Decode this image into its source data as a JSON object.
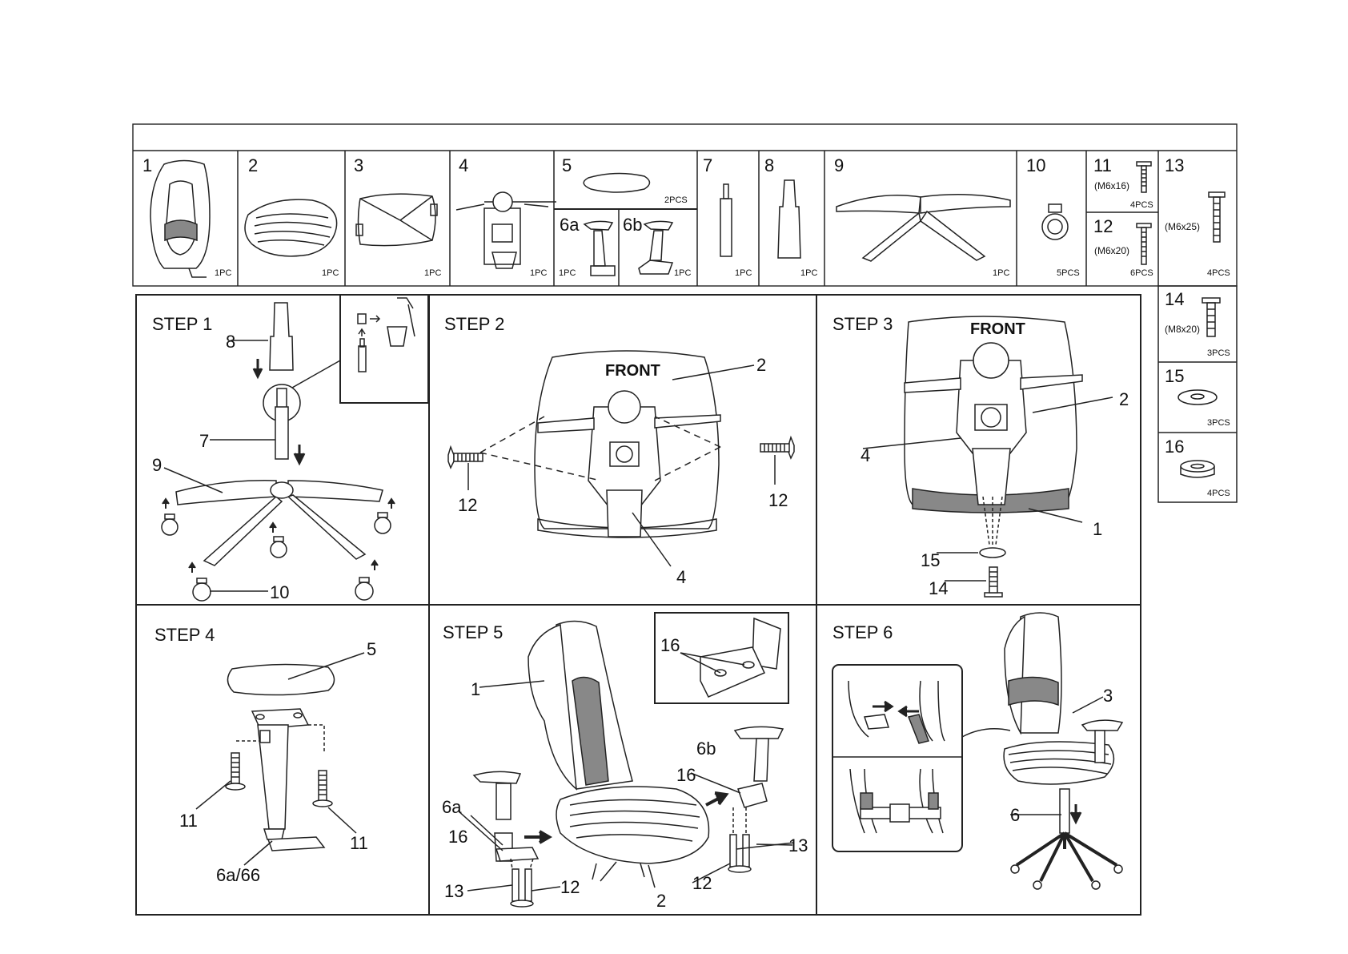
{
  "parts": [
    {
      "num": "1",
      "qty": "1PC"
    },
    {
      "num": "2",
      "qty": "1PC"
    },
    {
      "num": "3",
      "qty": "1PC"
    },
    {
      "num": "4",
      "qty": "1PC"
    },
    {
      "num": "5",
      "qty": "2PCS"
    },
    {
      "num": "6a",
      "qty": "1PC"
    },
    {
      "num": "6b",
      "qty": "1PC"
    },
    {
      "num": "7",
      "qty": "1PC"
    },
    {
      "num": "8",
      "qty": "1PC"
    },
    {
      "num": "9",
      "qty": "1PC"
    },
    {
      "num": "10",
      "qty": "5PCS"
    },
    {
      "num": "11",
      "spec": "(M6x16)",
      "qty": "4PCS"
    },
    {
      "num": "12",
      "spec": "(M6x20)",
      "qty": "6PCS"
    },
    {
      "num": "13",
      "spec": "(M6x25)",
      "qty": "4PCS"
    },
    {
      "num": "14",
      "spec": "(M8x20)",
      "qty": "3PCS"
    },
    {
      "num": "15",
      "qty": "3PCS"
    },
    {
      "num": "16",
      "qty": "4PCS"
    }
  ],
  "steps": {
    "s1": {
      "title": "STEP 1",
      "labels": [
        "8",
        "7",
        "9",
        "10"
      ]
    },
    "s2": {
      "title": "STEP 2",
      "front": "FRONT",
      "labels": [
        "2",
        "12",
        "12",
        "4"
      ]
    },
    "s3": {
      "title": "STEP 3",
      "front": "FRONT",
      "labels": [
        "2",
        "4",
        "1",
        "15",
        "14"
      ]
    },
    "s4": {
      "title": "STEP 4",
      "labels": [
        "5",
        "11",
        "11",
        "6a/66"
      ]
    },
    "s5": {
      "title": "STEP 5",
      "labels": [
        "16",
        "1",
        "6b",
        "16",
        "6a",
        "16",
        "13",
        "13",
        "12",
        "12",
        "2"
      ]
    },
    "s6": {
      "title": "STEP 6",
      "labels": [
        "3",
        "6"
      ]
    }
  }
}
